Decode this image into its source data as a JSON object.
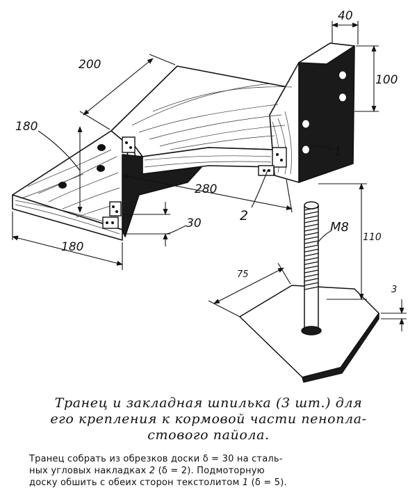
{
  "labels": {
    "dim_40": "40",
    "dim_100": "100",
    "dim_200": "200",
    "dim_180_top": "180",
    "dim_280": "280",
    "dim_180_bottom": "180",
    "dim_30": "30",
    "part_1": "1",
    "part_2": "2",
    "thread": "M8",
    "dim_110": "110",
    "dim_75": "75",
    "dim_3": "3"
  },
  "caption": {
    "line1": "Транец и закладная шпилька (3 шт.) для",
    "line2": "его крепления к кормовой части пенопла-",
    "line3": "стового пайола."
  },
  "note": {
    "p1": "Транец собрать из обрезков доски δ = 30 на сталь-",
    "p2": "ных угловых накладках ",
    "p2_ref": "2",
    "p2_tail": " (δ = 2). Подмоторную",
    "p3": "доску обшить с обеих сторон текстолитом ",
    "p3_ref": "1",
    "p3_tail": " (δ = 5)."
  },
  "colors": {
    "ink": "#111111",
    "wood": "#ffffff",
    "shade": "#1a1a1a"
  }
}
